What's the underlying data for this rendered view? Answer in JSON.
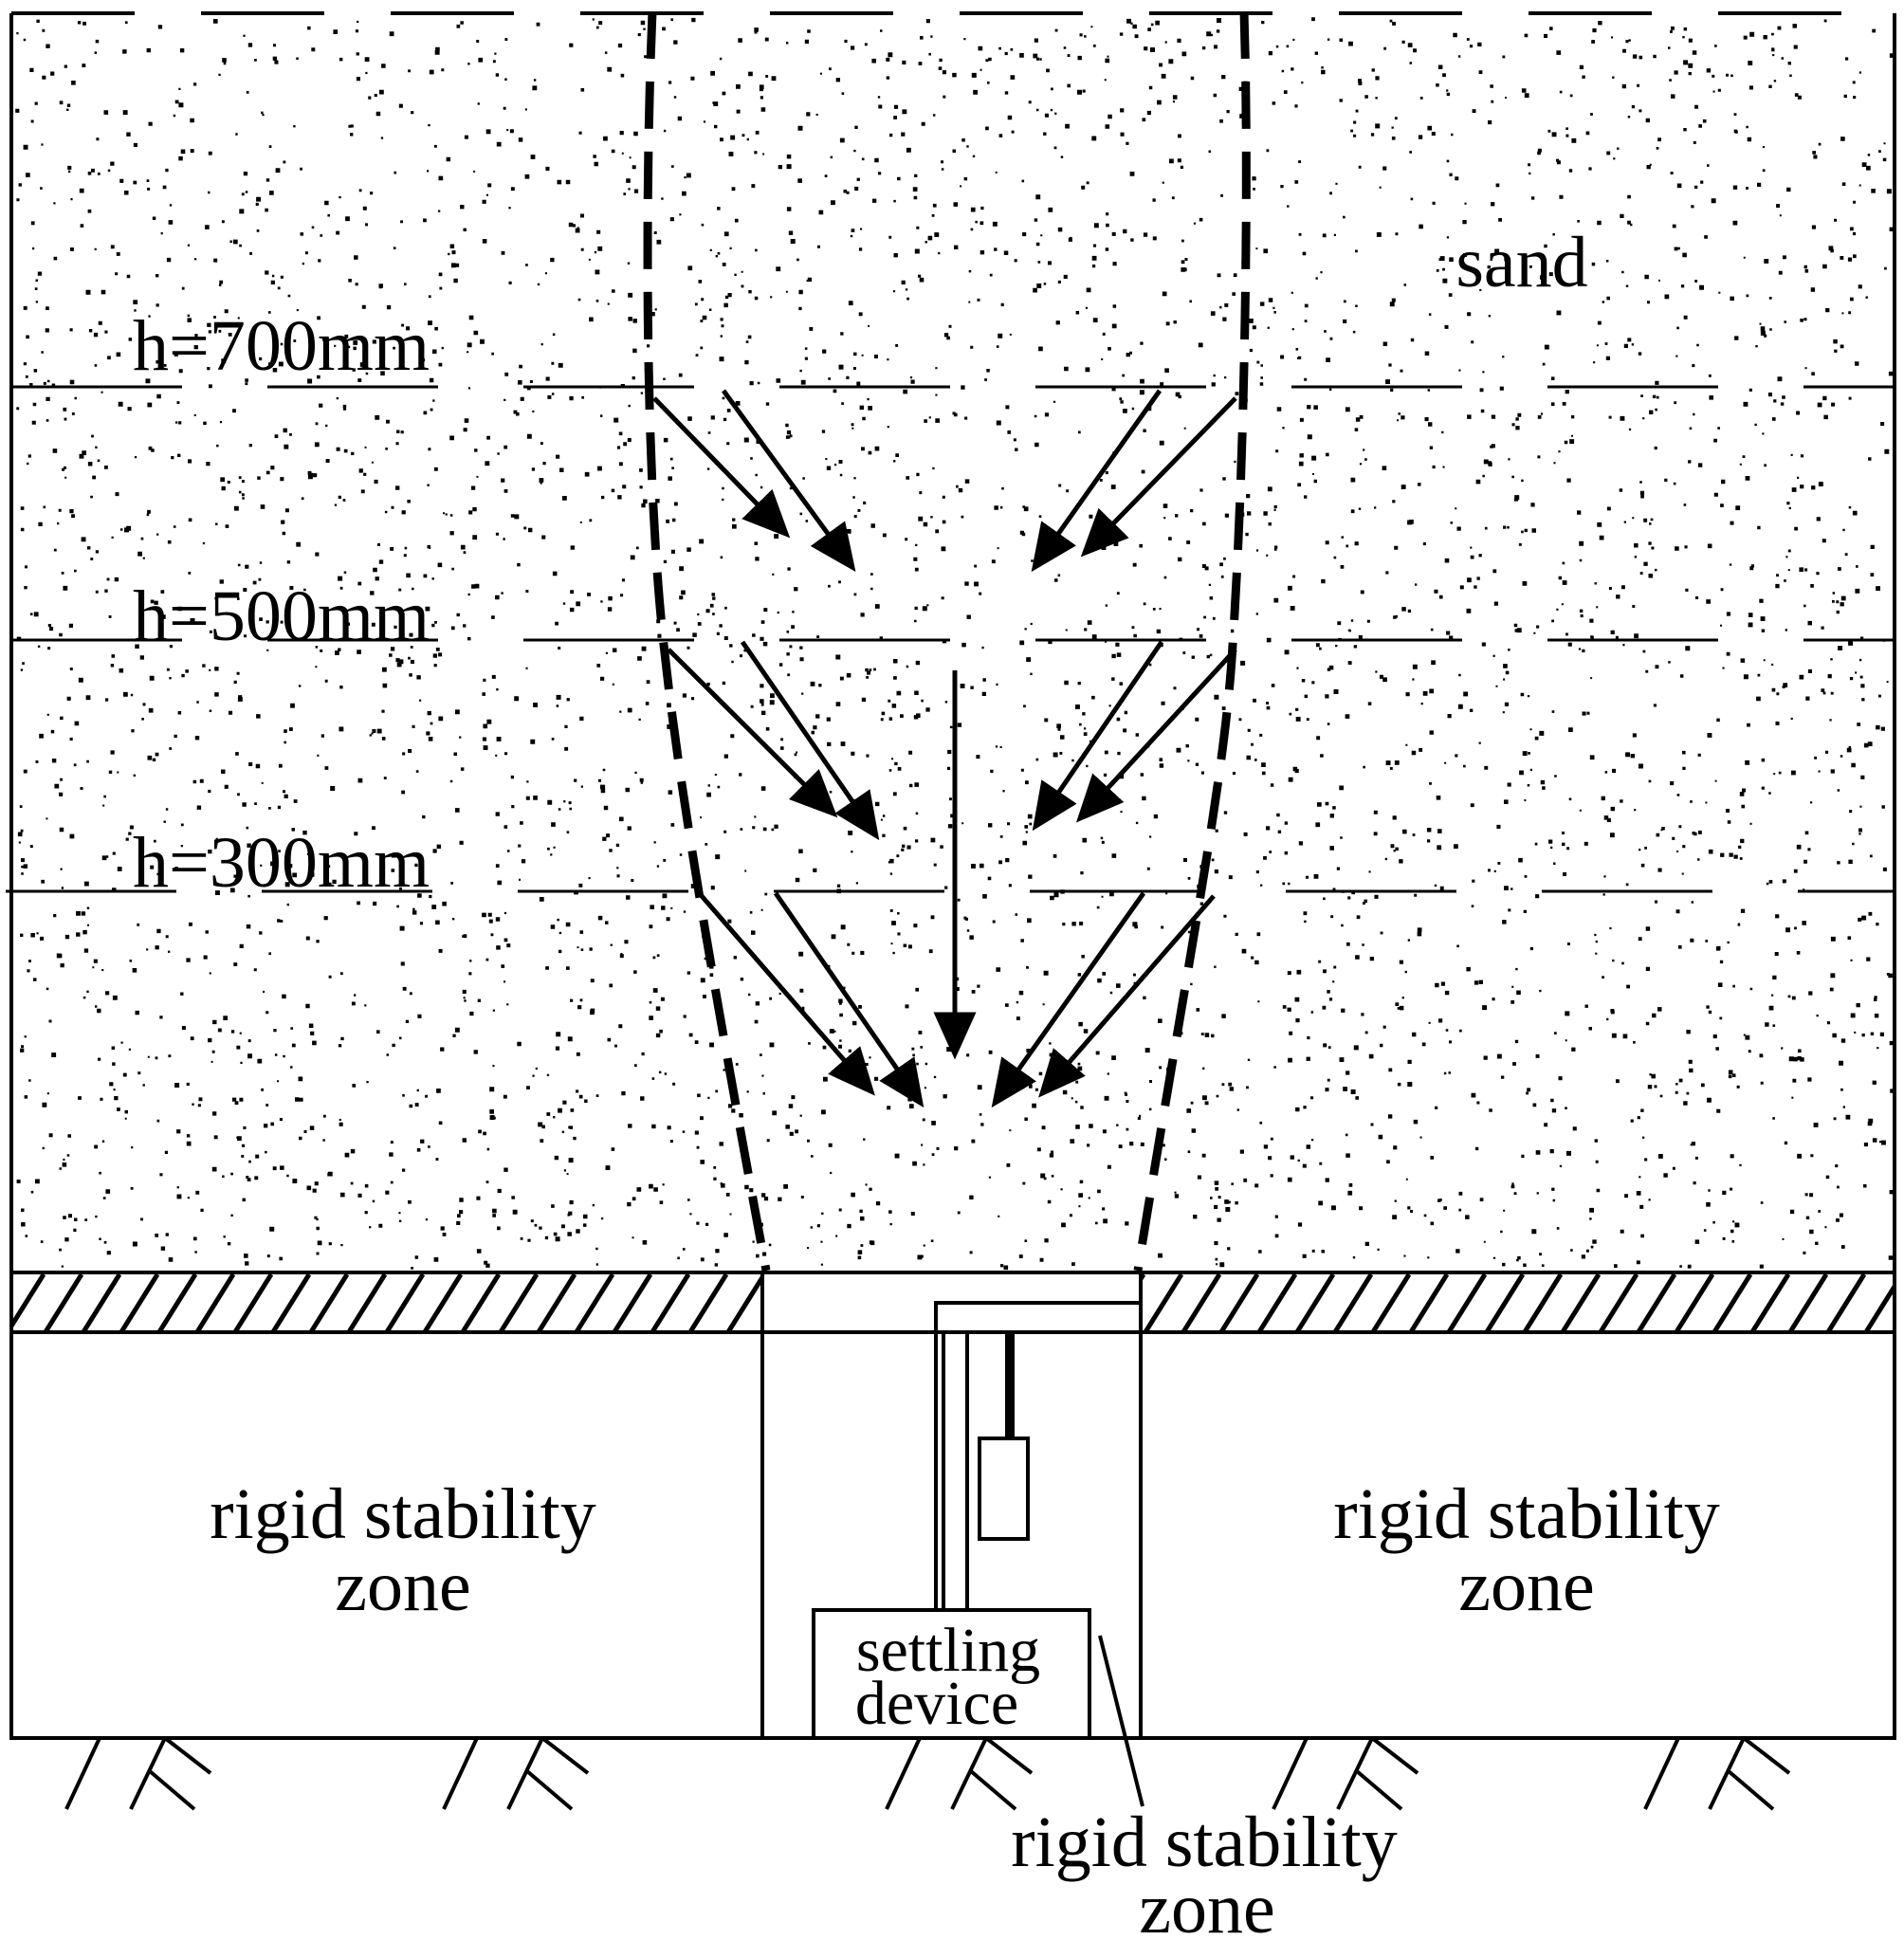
{
  "labels": {
    "sand": "sand",
    "h700": "h=700mm",
    "h500": "h=500mm",
    "h300": "h=300mm",
    "left_zone_line1": "rigid stability",
    "left_zone_line2": "zone",
    "right_zone_line1": "rigid stability",
    "right_zone_line2": "zone",
    "device_line1": "settling",
    "device_line2": "device",
    "bottom_zone_line1": "rigid stability",
    "bottom_zone_line2": "zone"
  },
  "colors": {
    "ink": "#000000",
    "background": "#ffffff"
  }
}
